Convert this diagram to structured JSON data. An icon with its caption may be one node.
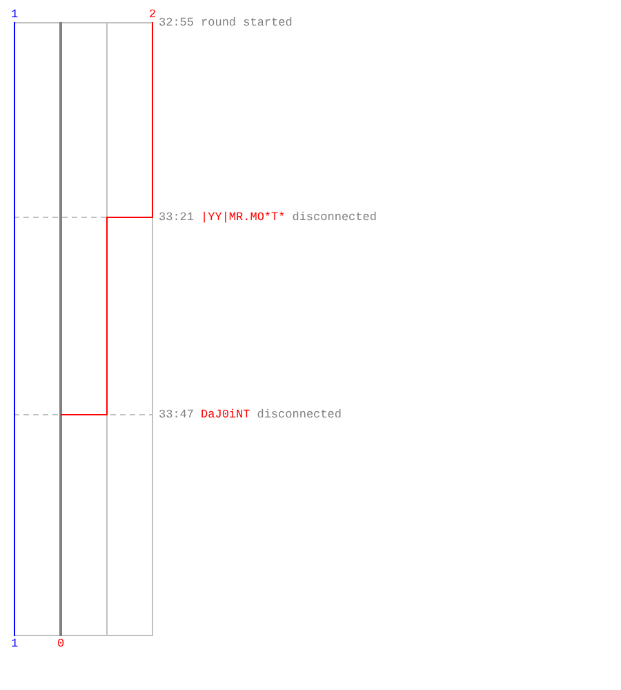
{
  "diagram": {
    "labels": [
      "1",
      "2",
      "32:55",
      "round started",
      "33:21",
      "|YY|MR.MO*T*",
      "disconnected",
      "33:47",
      "DaJ0iNT",
      "disconnected",
      "1",
      "0"
    ]
  }
}
